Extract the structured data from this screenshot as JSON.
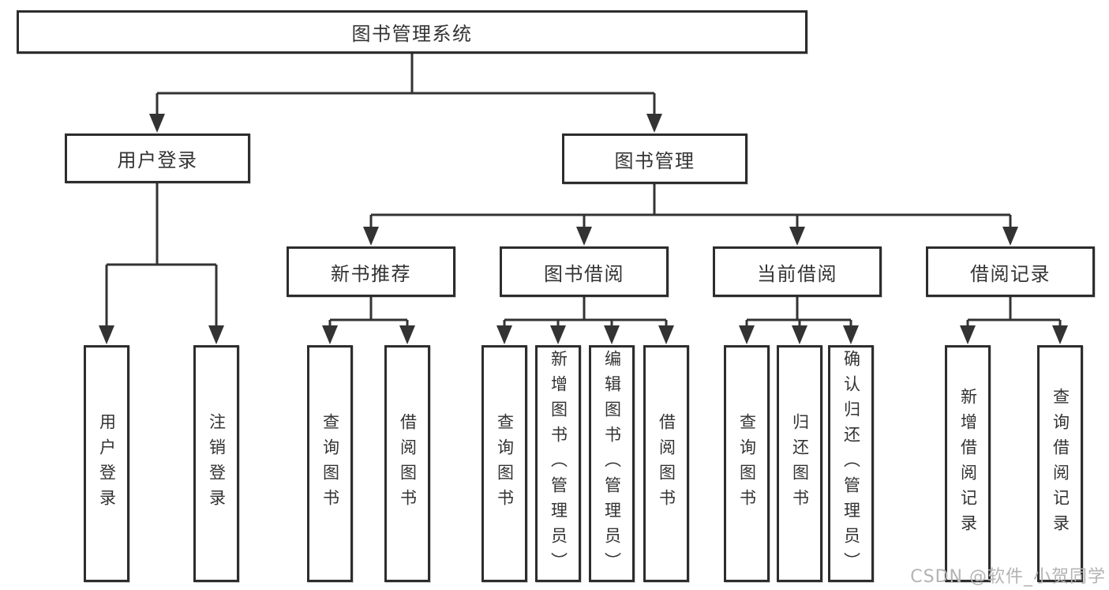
{
  "diagram": {
    "root": {
      "label": "图书管理系统"
    },
    "branches": [
      {
        "label": "用户登录",
        "children": [
          {
            "label": "用户登录"
          },
          {
            "label": "注销登录"
          }
        ]
      },
      {
        "label": "图书管理",
        "children": [
          {
            "label": "新书推荐",
            "children": [
              {
                "label": "查询图书"
              },
              {
                "label": "借阅图书"
              }
            ]
          },
          {
            "label": "图书借阅",
            "children": [
              {
                "label": "查询图书"
              },
              {
                "label": "新增图书（管理员）"
              },
              {
                "label": "编辑图书（管理员）"
              },
              {
                "label": "借阅图书"
              }
            ]
          },
          {
            "label": "当前借阅",
            "children": [
              {
                "label": "查询图书"
              },
              {
                "label": "归还图书"
              },
              {
                "label": "确认归还（管理员）"
              }
            ]
          },
          {
            "label": "借阅记录",
            "children": [
              {
                "label": "新增借阅记录"
              },
              {
                "label": "查询借阅记录"
              }
            ]
          }
        ]
      }
    ],
    "watermark": "CSDN @软件_小贺同学"
  },
  "colors": {
    "line": "#333333",
    "box_border": "#2d2d2d",
    "box_bg": "#ffffff",
    "text": "#333333",
    "watermark": "#b3b3b3",
    "background": "#ffffff"
  }
}
